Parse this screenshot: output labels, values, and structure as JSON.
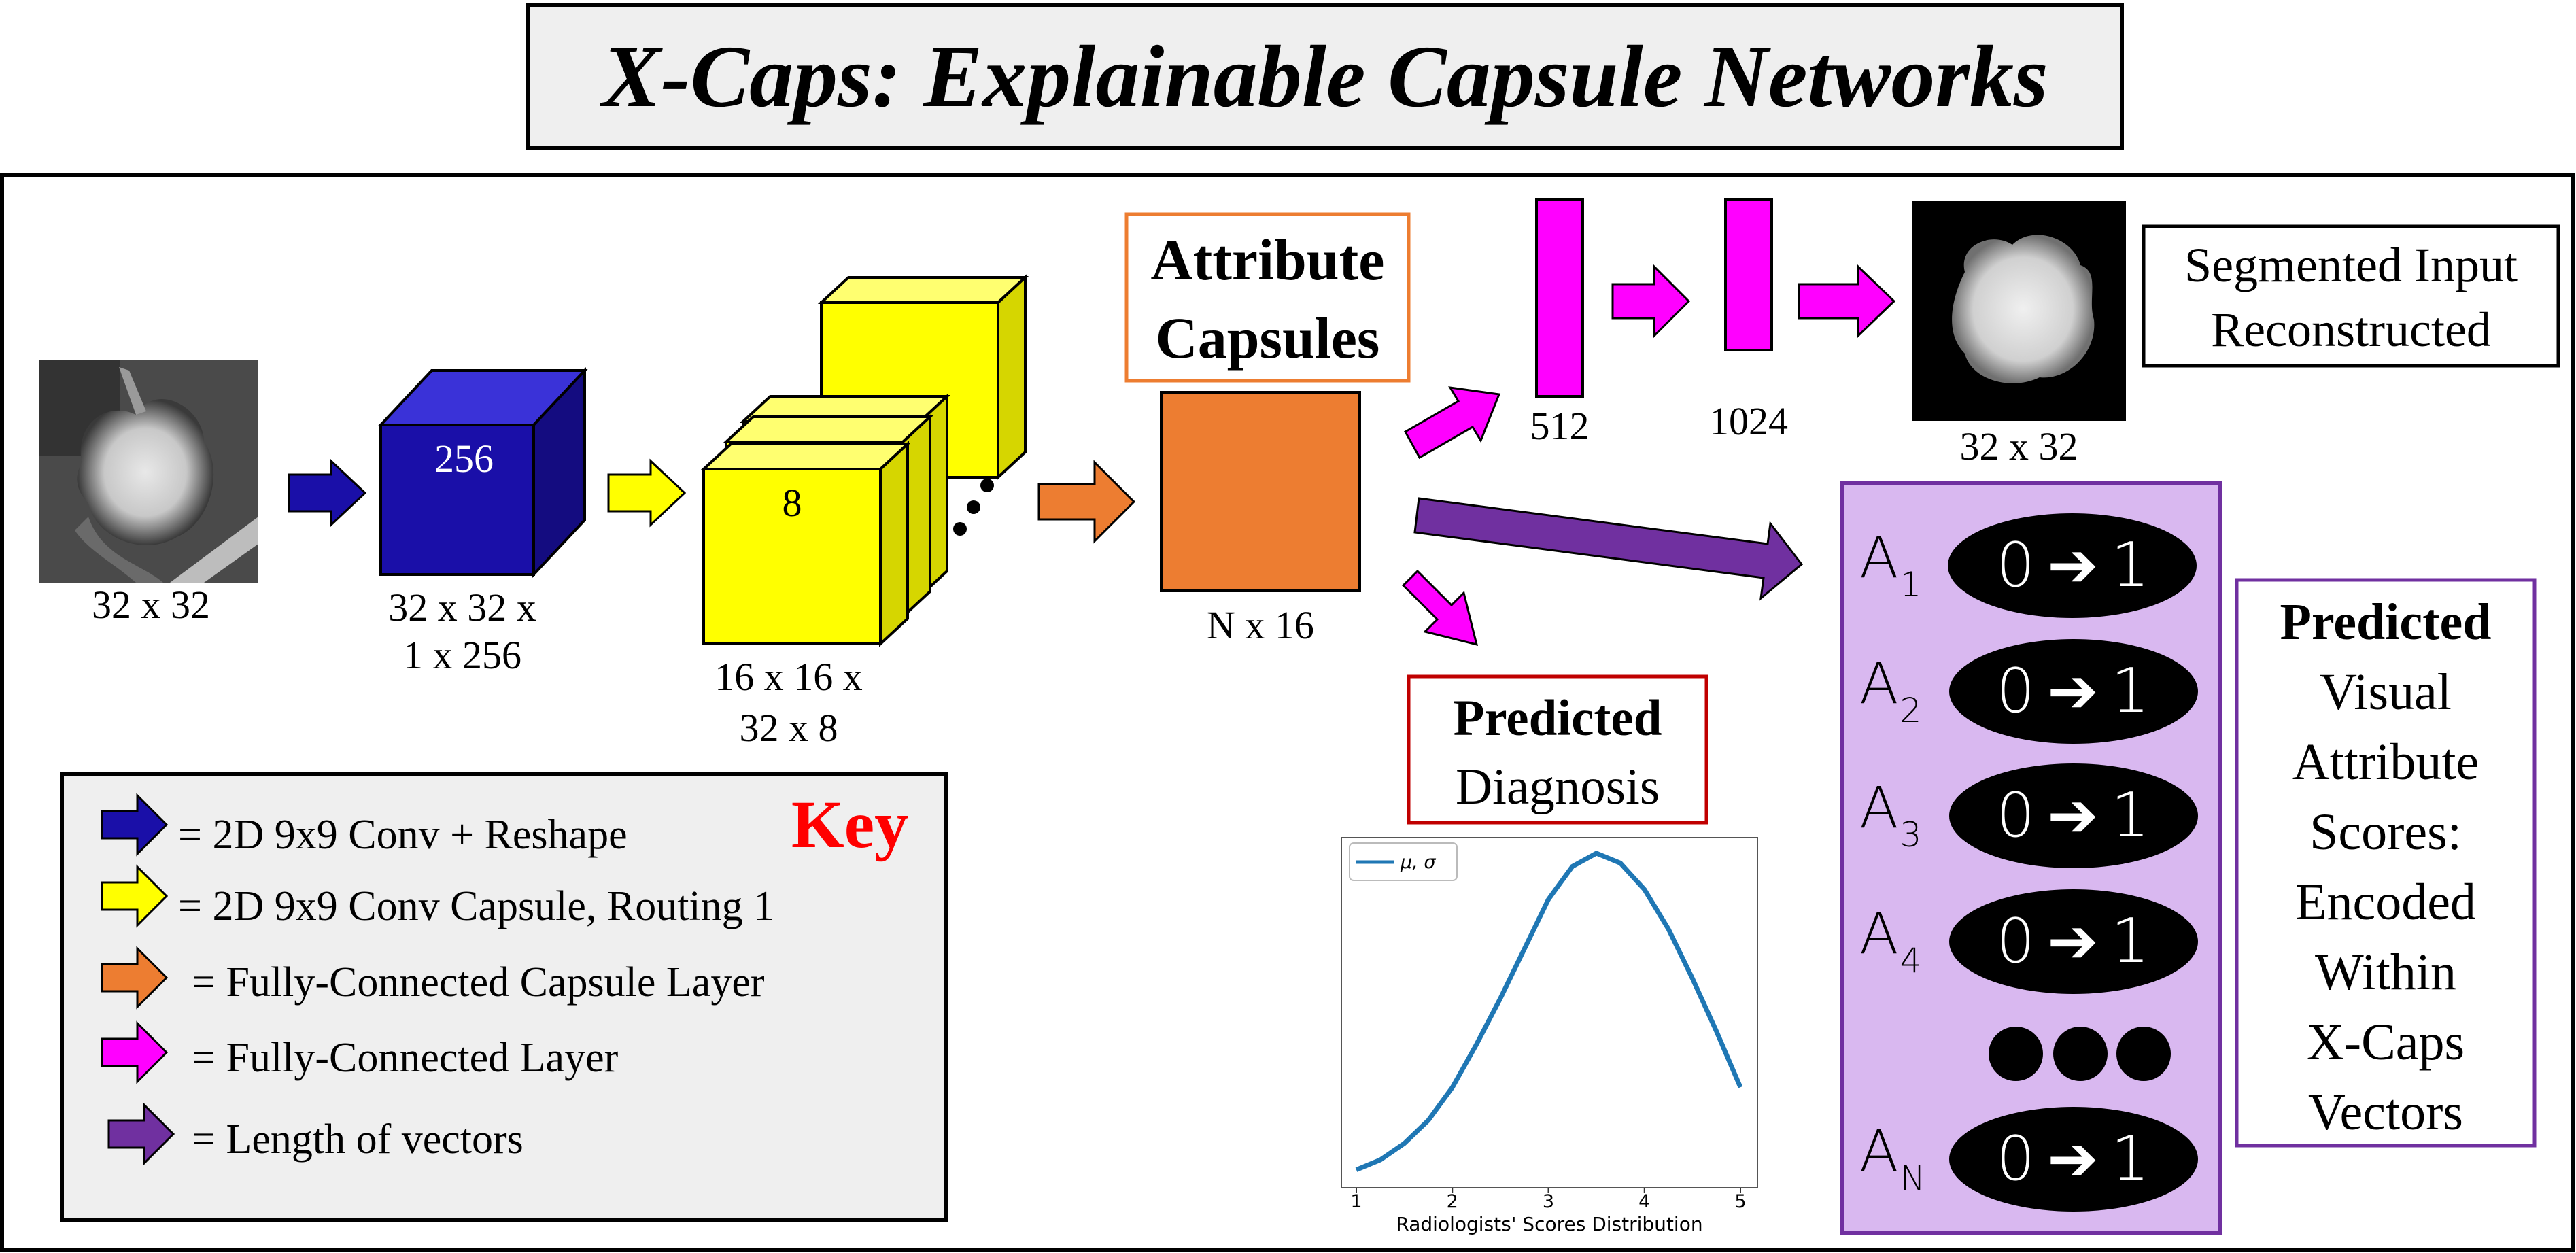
{
  "title": "X-Caps: Explainable Capsule Networks",
  "input": {
    "size_label": "32 x 32"
  },
  "primary_conv": {
    "block_label": "256",
    "size_line1": "32 x 32 x",
    "size_line2": "1 x 256"
  },
  "primary_caps": {
    "block_label": "8",
    "size_line1": "16 x 16 x",
    "size_line2": "32 x 8"
  },
  "attribute_capsules": {
    "title_line1": "Attribute",
    "title_line2": "Capsules",
    "size_label": "N x 16"
  },
  "reconstruction": {
    "fc1_label": "512",
    "fc2_label": "1024",
    "output_size_label": "32 x 32",
    "caption_line1": "Segmented Input",
    "caption_line2": "Reconstructed"
  },
  "diagnosis": {
    "title_bold": "Predicted",
    "title_rest": "Diagnosis",
    "plot": {
      "legend": "μ, σ",
      "xlabel": "Radiologists' Scores Distribution",
      "xticks": [
        "1",
        "2",
        "3",
        "4",
        "5"
      ]
    }
  },
  "attributes": {
    "items": [
      {
        "letter": "A",
        "sub": "1",
        "range": "0",
        "arrow": "➔",
        "range_end": "1"
      },
      {
        "letter": "A",
        "sub": "2",
        "range": "0",
        "arrow": "➔",
        "range_end": "1"
      },
      {
        "letter": "A",
        "sub": "3",
        "range": "0",
        "arrow": "➔",
        "range_end": "1"
      },
      {
        "letter": "A",
        "sub": "4",
        "range": "0",
        "arrow": "➔",
        "range_end": "1"
      },
      {
        "letter": "A",
        "sub": "N",
        "range": "0",
        "arrow": "➔",
        "range_end": "1"
      }
    ],
    "caption": [
      "Predicted",
      "Visual",
      "Attribute",
      "Scores:",
      "Encoded",
      "Within",
      "X-Caps",
      "Vectors"
    ]
  },
  "key": {
    "title": "Key",
    "items": [
      {
        "color": "#1a0fa8",
        "text": "= 2D 9x9 Conv + Reshape"
      },
      {
        "color": "#ffff00",
        "text": "= 2D 9x9 Conv Capsule, Routing 1"
      },
      {
        "color": "#ed7d31",
        "text": "= Fully-Connected Capsule Layer"
      },
      {
        "color": "#ff00ff",
        "text": "= Fully-Connected Layer"
      },
      {
        "color": "#7030a0",
        "text": "= Length of vectors"
      }
    ]
  },
  "chart_data": {
    "type": "line",
    "xlabel": "Radiologists' Scores Distribution",
    "xlim": [
      1,
      5
    ],
    "xticks": [
      1,
      2,
      3,
      4,
      5
    ],
    "series": [
      {
        "name": "μ, σ",
        "color": "#1f77b4",
        "x": [
          1.0,
          1.25,
          1.5,
          1.75,
          2.0,
          2.25,
          2.5,
          2.75,
          3.0,
          3.25,
          3.5,
          3.75,
          4.0,
          4.25,
          4.5,
          4.75,
          5.0
        ],
        "y": [
          0.04,
          0.07,
          0.12,
          0.19,
          0.29,
          0.42,
          0.56,
          0.71,
          0.86,
          0.96,
          1.0,
          0.97,
          0.89,
          0.77,
          0.62,
          0.46,
          0.29
        ]
      }
    ]
  },
  "colors": {
    "conv_block": "#1a0fa8",
    "caps_block": "#ffff00",
    "attr_block": "#ed7d31",
    "fc_layer": "#ff00ff",
    "length_arrow": "#7030a0",
    "attr_panel": "#d9b8f0",
    "key_title": "#ff0000",
    "diagnosis_border": "#c00000"
  }
}
